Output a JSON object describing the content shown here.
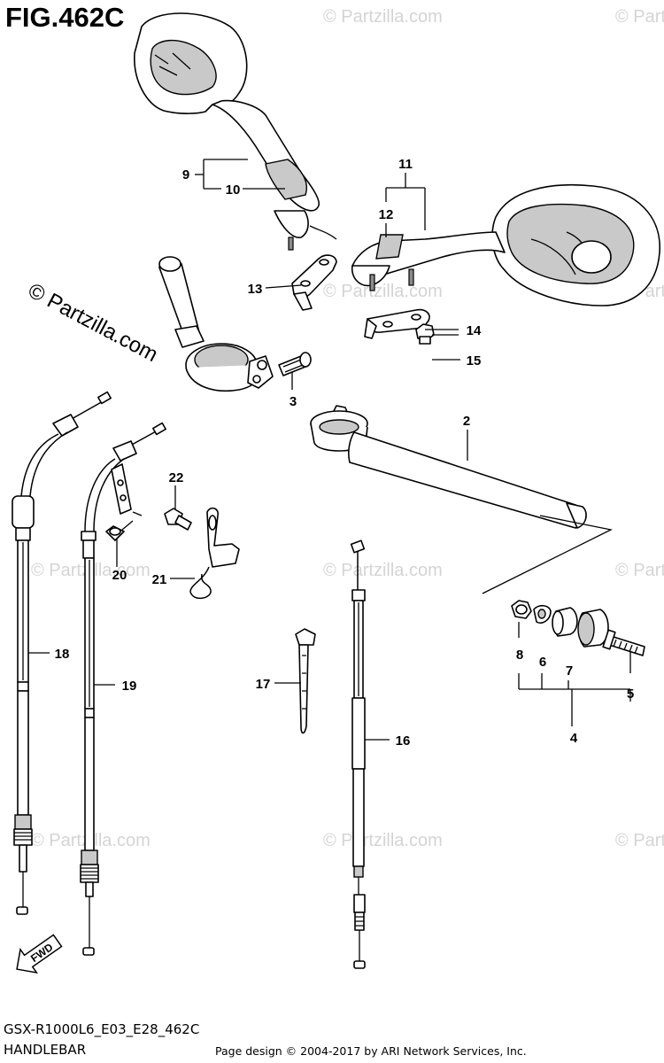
{
  "figure": {
    "title": "FIG.462C",
    "model_code": "GSX-R1000L6_E03_E28_462C",
    "section_name": "HANDLEBAR",
    "credit": "Page design © 2004-2017 by ARI Network Services, Inc."
  },
  "watermark": {
    "text": "© Partzilla.com",
    "small_text": "© Partzilla.com"
  },
  "fwd_arrow": {
    "label": "FWD"
  },
  "callouts": {
    "p2": "2",
    "p3": "3",
    "p4": "4",
    "p5": "5",
    "p6": "6",
    "p7": "7",
    "p8": "8",
    "p9": "9",
    "p10": "10",
    "p11": "11",
    "p12": "12",
    "p13": "13",
    "p14": "14",
    "p15": "15",
    "p16": "16",
    "p17": "17",
    "p18": "18",
    "p19": "19",
    "p20": "20",
    "p21": "21",
    "p22": "22"
  }
}
